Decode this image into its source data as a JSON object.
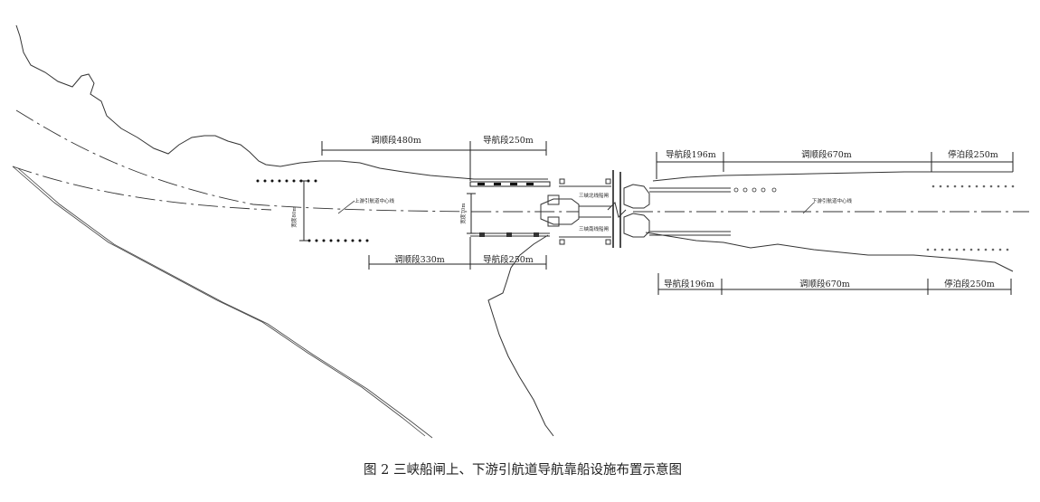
{
  "figure": {
    "caption": "图 2 三峡船闸上、下游引航道导航靠船设施布置示意图"
  },
  "upstream": {
    "top_dims": {
      "transition": "调顺段480m",
      "guide": "导航段250m"
    },
    "bottom_dims": {
      "transition": "调顺段330m",
      "guide": "导航段250m"
    },
    "width_outer": "宽度80m",
    "width_inner": "宽度70m",
    "centerline_label": "上游引航道中心线"
  },
  "lock": {
    "north_label": "三峡北线船闸",
    "south_label": "三峡南线船闸"
  },
  "downstream": {
    "top_dims": {
      "guide": "导航段196m",
      "transition": "调顺段670m",
      "berth": "停泊段250m"
    },
    "bottom_dims": {
      "guide": "导航段196m",
      "transition": "调顺段670m",
      "berth": "停泊段250m"
    },
    "centerline_label": "下游引航道中心线"
  }
}
